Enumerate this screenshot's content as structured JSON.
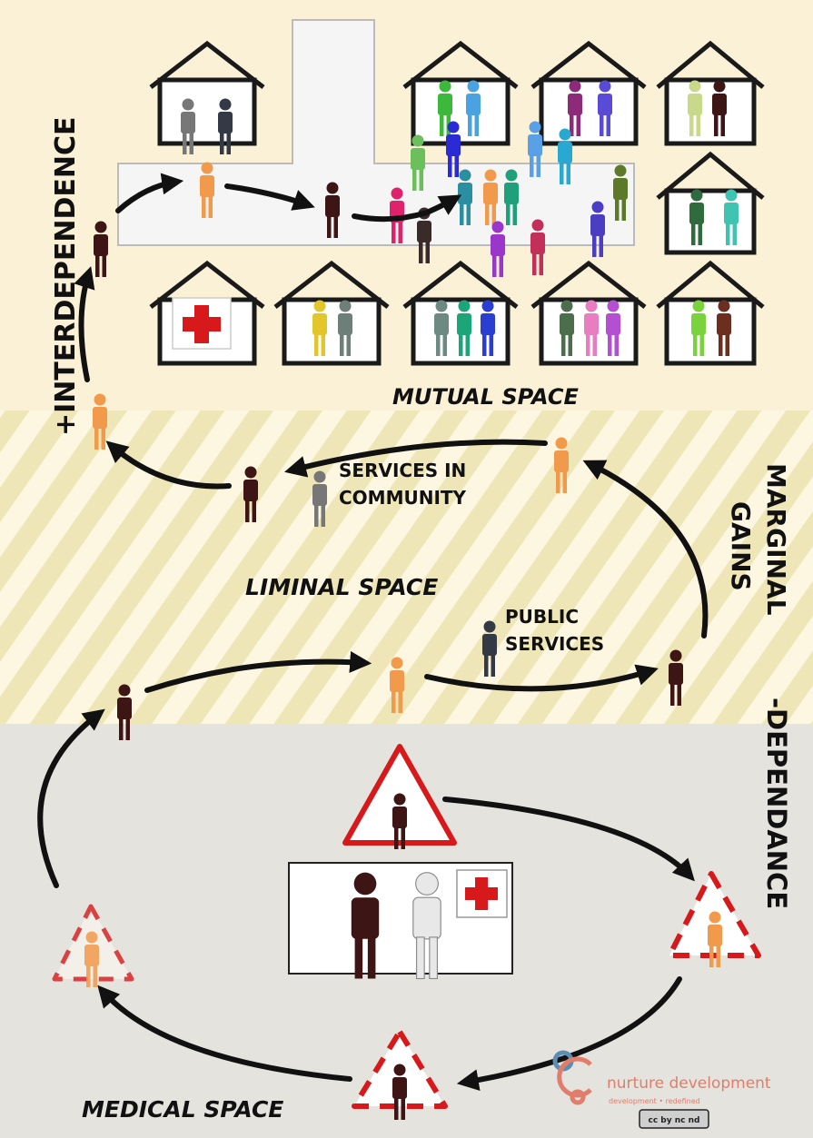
{
  "zones": {
    "mutual": {
      "label": "MUTUAL SPACE",
      "color": "#fbf1d6"
    },
    "liminal": {
      "label": "LIMINAL SPACE",
      "stripe_a": "#fdf7e2",
      "stripe_b": "#efe4b3"
    },
    "medical": {
      "label": "MEDICAL SPACE",
      "color": "#e4e3dd"
    }
  },
  "annotations": {
    "services_community": [
      "SERVICES IN",
      "COMMUNITY"
    ],
    "public_services": [
      "PUBLIC",
      "SERVICES"
    ],
    "interdependence": "+INTERDEPENDENCE",
    "marginal_gains": [
      "MARGINAL",
      "GAINS"
    ],
    "dependance": "-DEPENDANCE"
  },
  "logo": {
    "name": "nurture development",
    "tagline": "development • redefined",
    "license": "cc by nc nd",
    "brand_color": "#e07d6b",
    "accent_color": "#5a8fb5"
  },
  "colors": {
    "red_cross": "#d7191c",
    "warning_red": "#d7191c",
    "arrow": "#111111",
    "house_outline": "#1a1a1a"
  },
  "icons": [
    "house-icon",
    "red-cross-icon",
    "warning-triangle-icon",
    "person-icon",
    "arrow-icon"
  ]
}
